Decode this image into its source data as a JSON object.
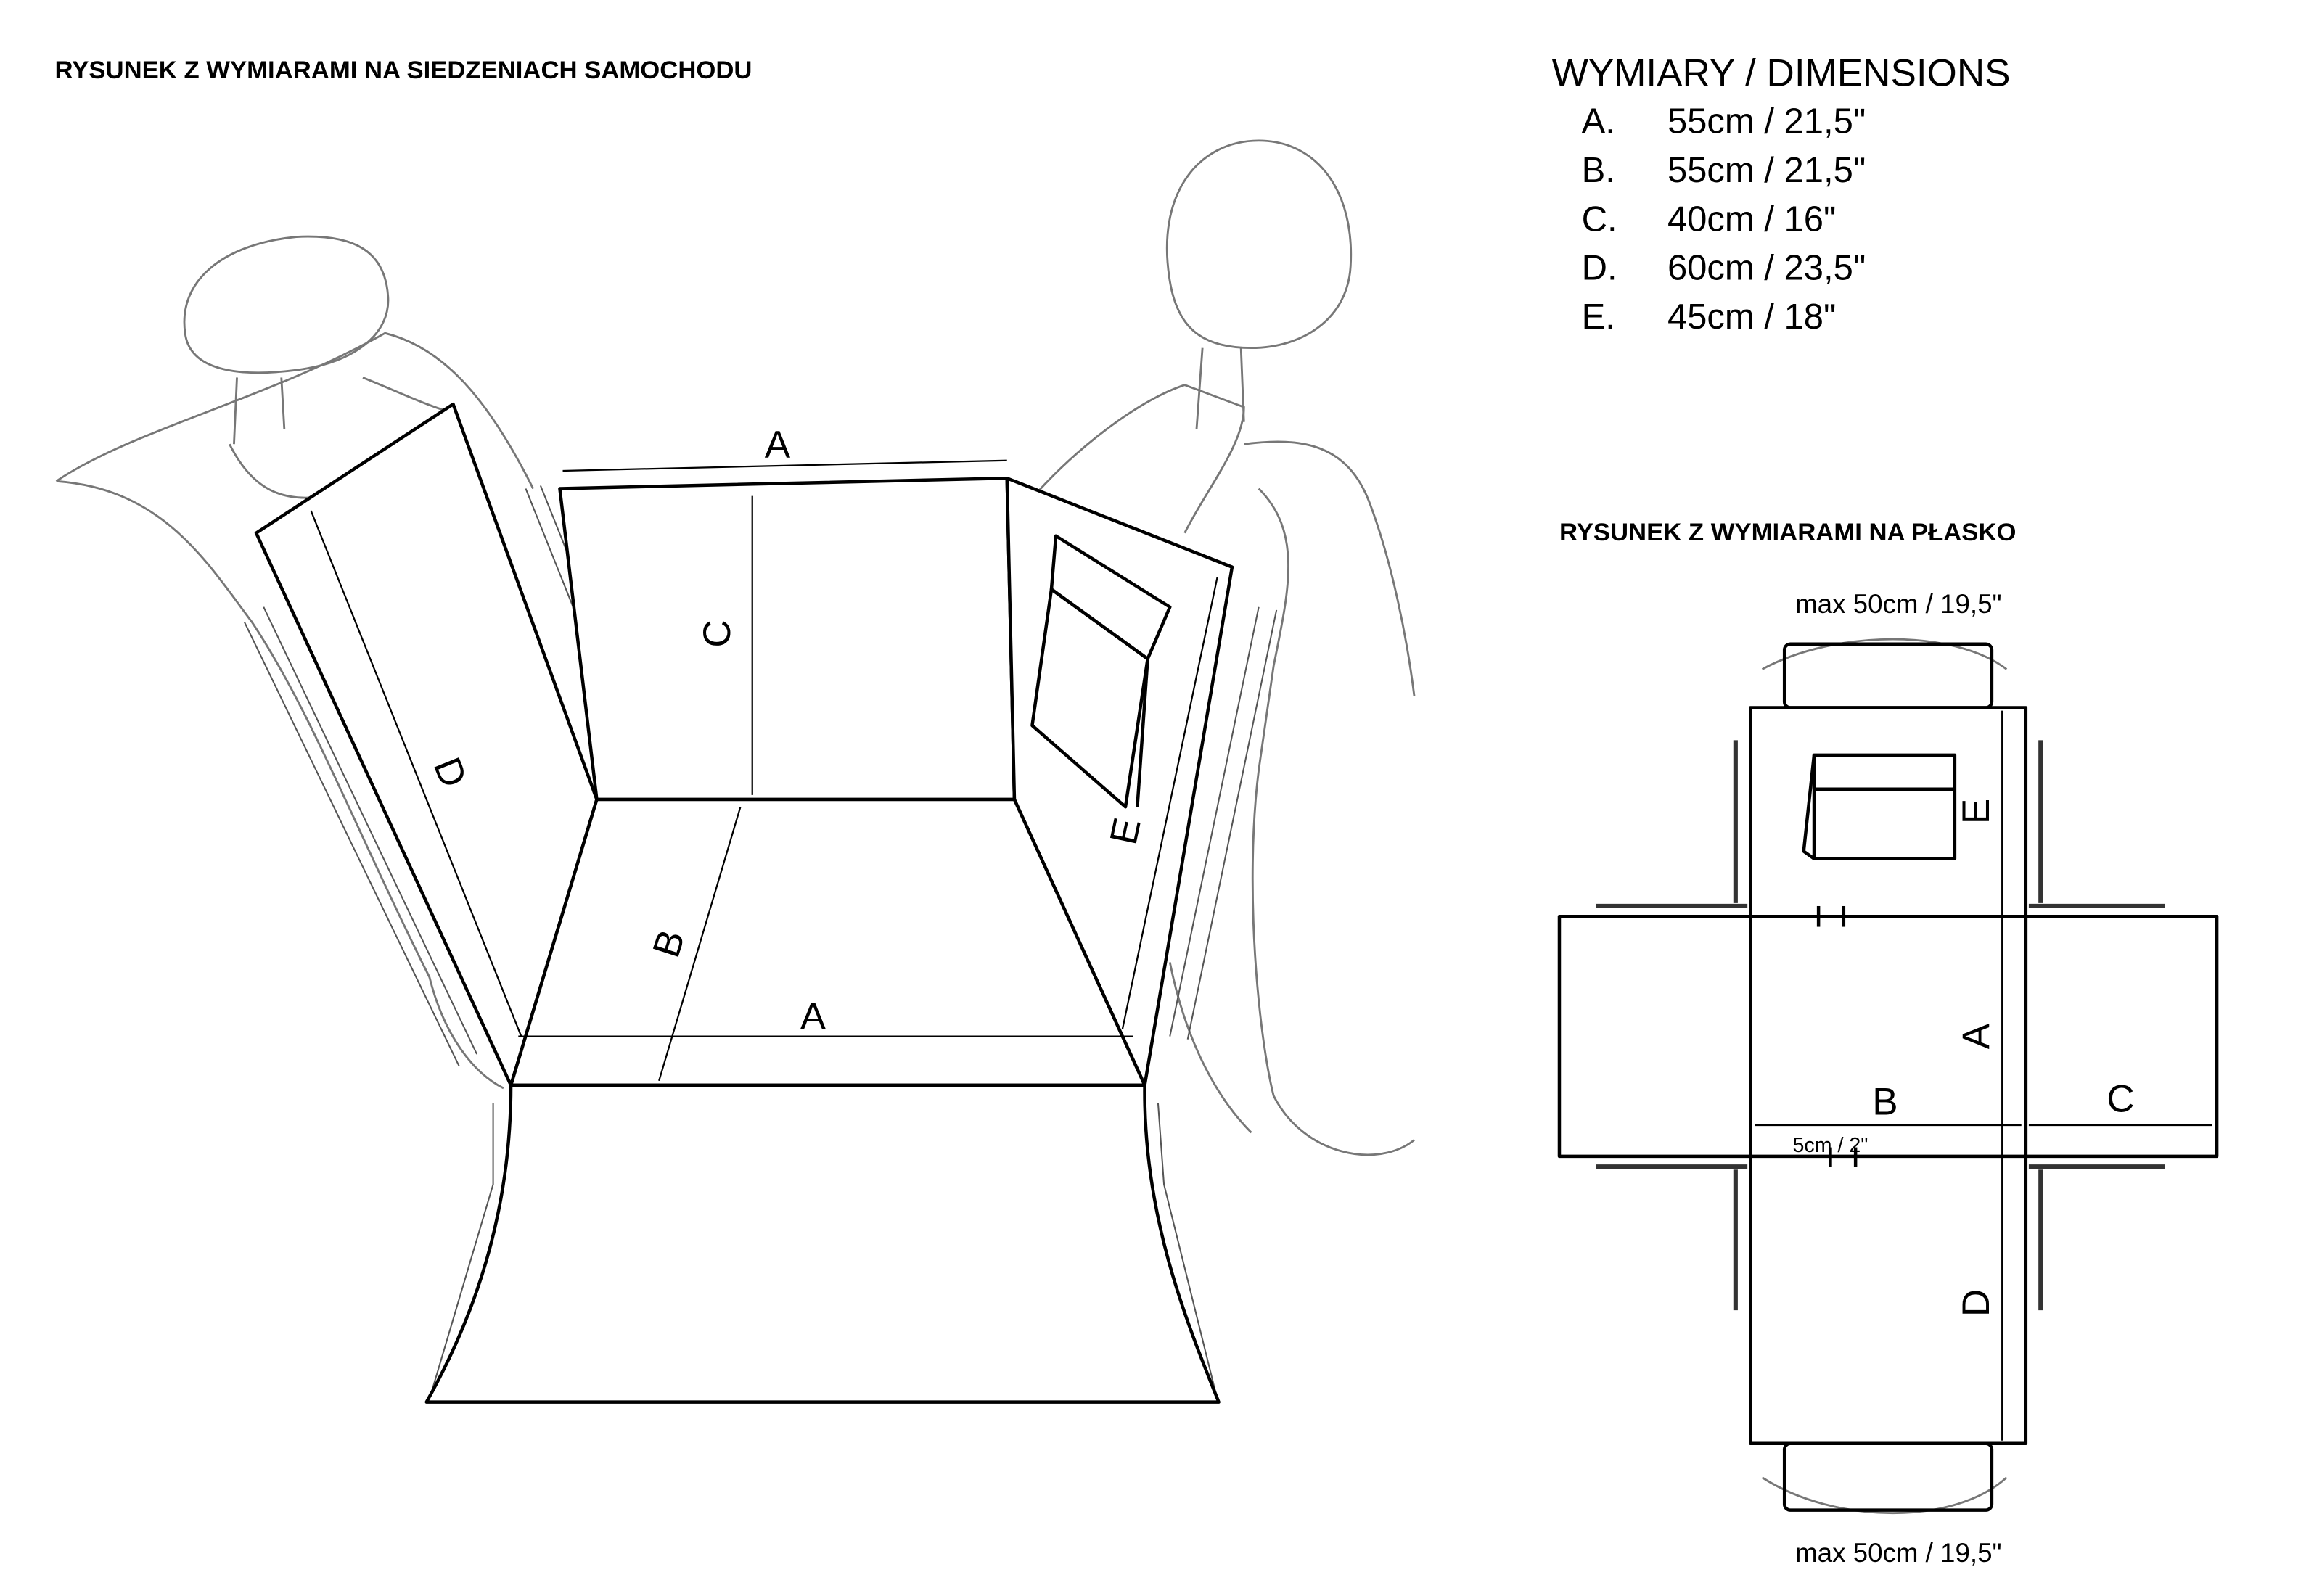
{
  "left_title": "RYSUNEK Z WYMIARAMI NA SIEDZENIACH SAMOCHODU",
  "dimensions": {
    "title": "WYMIARY / DIMENSIONS",
    "items": [
      {
        "letter": "A.",
        "value": "55cm / 21,5\""
      },
      {
        "letter": "B.",
        "value": "55cm / 21,5\""
      },
      {
        "letter": "C.",
        "value": "40cm / 16\""
      },
      {
        "letter": "D.",
        "value": "60cm / 23,5\""
      },
      {
        "letter": "E.",
        "value": "45cm / 18\""
      }
    ]
  },
  "seat_labels": {
    "a_top": "A",
    "c": "C",
    "d": "D",
    "b": "B",
    "a_bottom": "A",
    "e": "E"
  },
  "flat": {
    "title": "RYSUNEK Z WYMIARAMI NA PŁASKO",
    "max_top": "max 50cm / 19,5\"",
    "max_bottom": "max 50cm / 19,5\"",
    "gap": "5cm / 2\"",
    "labels": {
      "e": "E",
      "a": "A",
      "b": "B",
      "c": "C",
      "d": "D"
    }
  }
}
